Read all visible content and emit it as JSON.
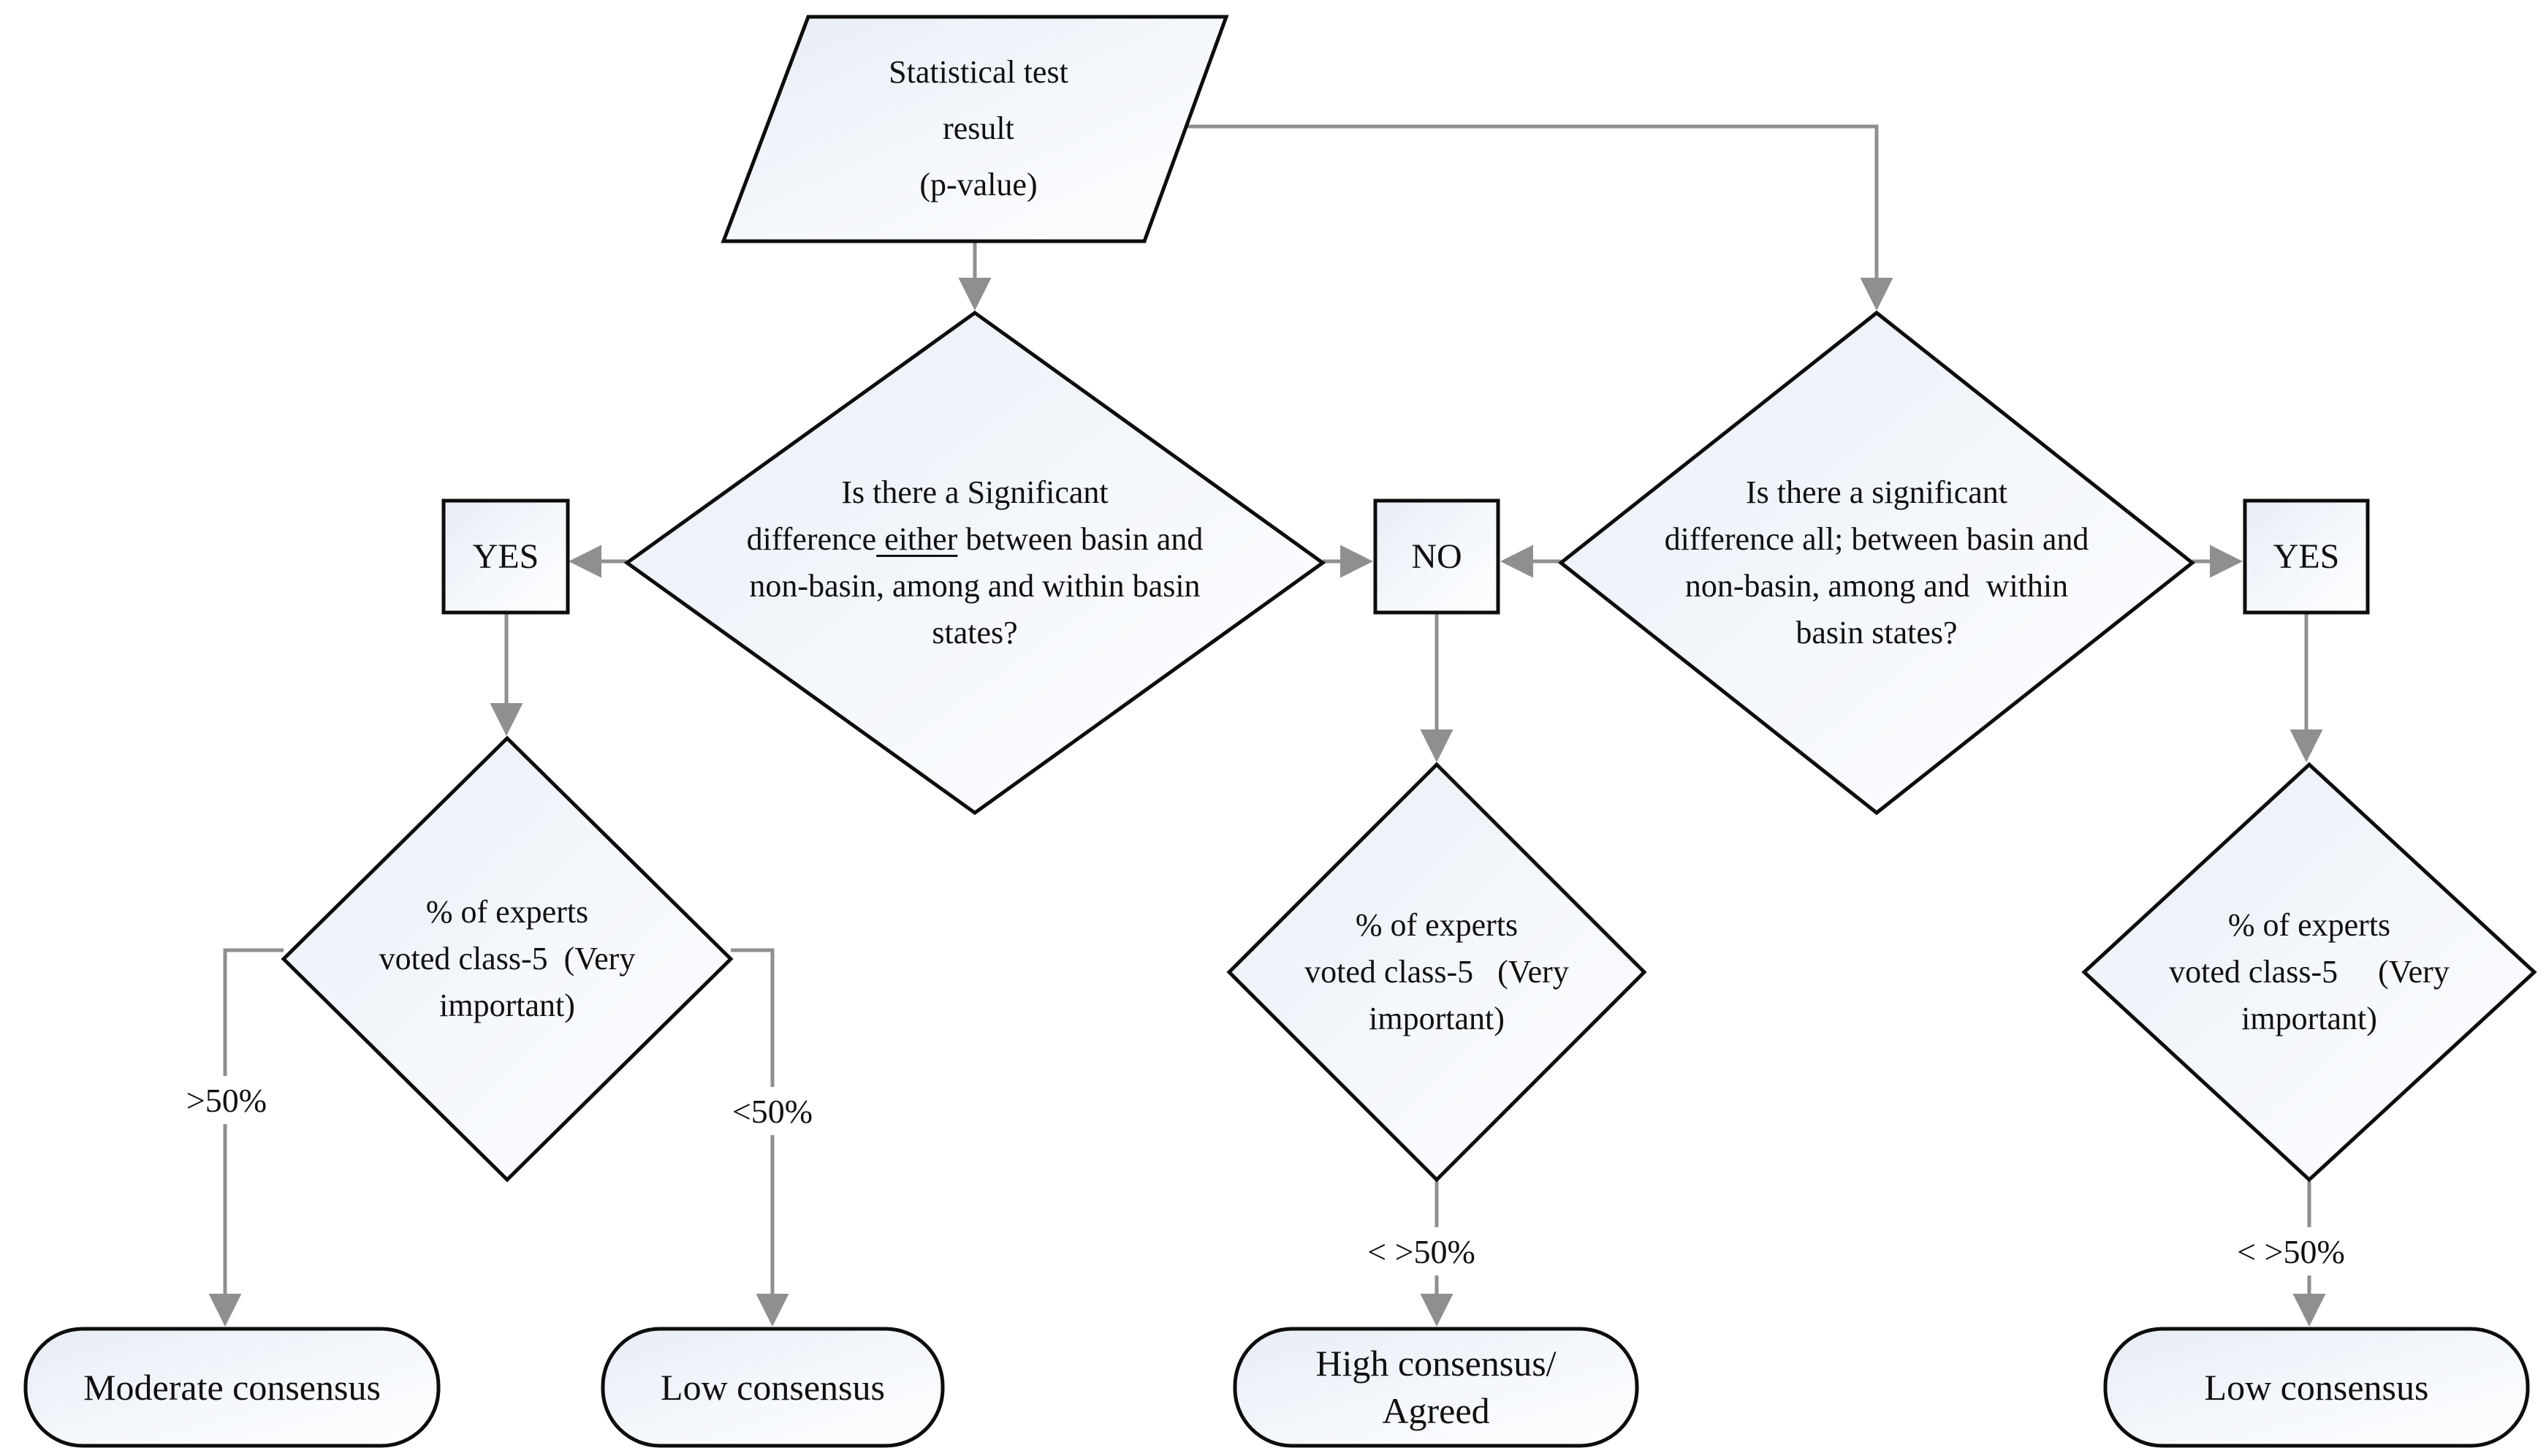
{
  "diagram": {
    "title_semantics": "consensus-decision-flowchart",
    "colors": {
      "shape_fill_top_left": "#e7edf6",
      "shape_fill_bottom_right": "#fefefe",
      "shape_stroke": "#0d0d0d",
      "connector": "#8f8f8f",
      "text": "#101010",
      "background": "#ffffff"
    },
    "start": {
      "line1": "Statistical test",
      "line2": "result",
      "line3": "(p-value)"
    },
    "decision_left": {
      "line1": "Is there a Significant",
      "line2_pre": "difference",
      "line2_underlined": " either",
      "line2_post": " between basin and",
      "line3": "non-basin, among and within basin",
      "line4": "states?"
    },
    "decision_right": {
      "line1": "Is there a significant",
      "line2": "difference all; between basin and",
      "line3": "non-basin, among and  within",
      "line4": "basin states?"
    },
    "branch_boxes": {
      "left_yes": "YES",
      "middle_no": "NO",
      "right_yes": "YES"
    },
    "experts_left": {
      "line1": "% of experts",
      "line2": "voted class-5  (Very",
      "line3": "important)"
    },
    "experts_middle": {
      "line1": "% of experts",
      "line2": "voted class-5   (Very",
      "line3": "important)"
    },
    "experts_right": {
      "line1": "% of experts",
      "line2": "voted class-5     (Very",
      "line3": "important)"
    },
    "edge_labels": {
      "greater_than_50": ">50%",
      "less_than_50": "<50%",
      "middle_either_50": "< >50%",
      "right_either_50": "< >50%"
    },
    "terminals": {
      "moderate": "Moderate consensus",
      "low_left": "Low consensus",
      "high_line1": "High consensus/",
      "high_line2": "Agreed",
      "low_right": "Low consensus"
    }
  }
}
